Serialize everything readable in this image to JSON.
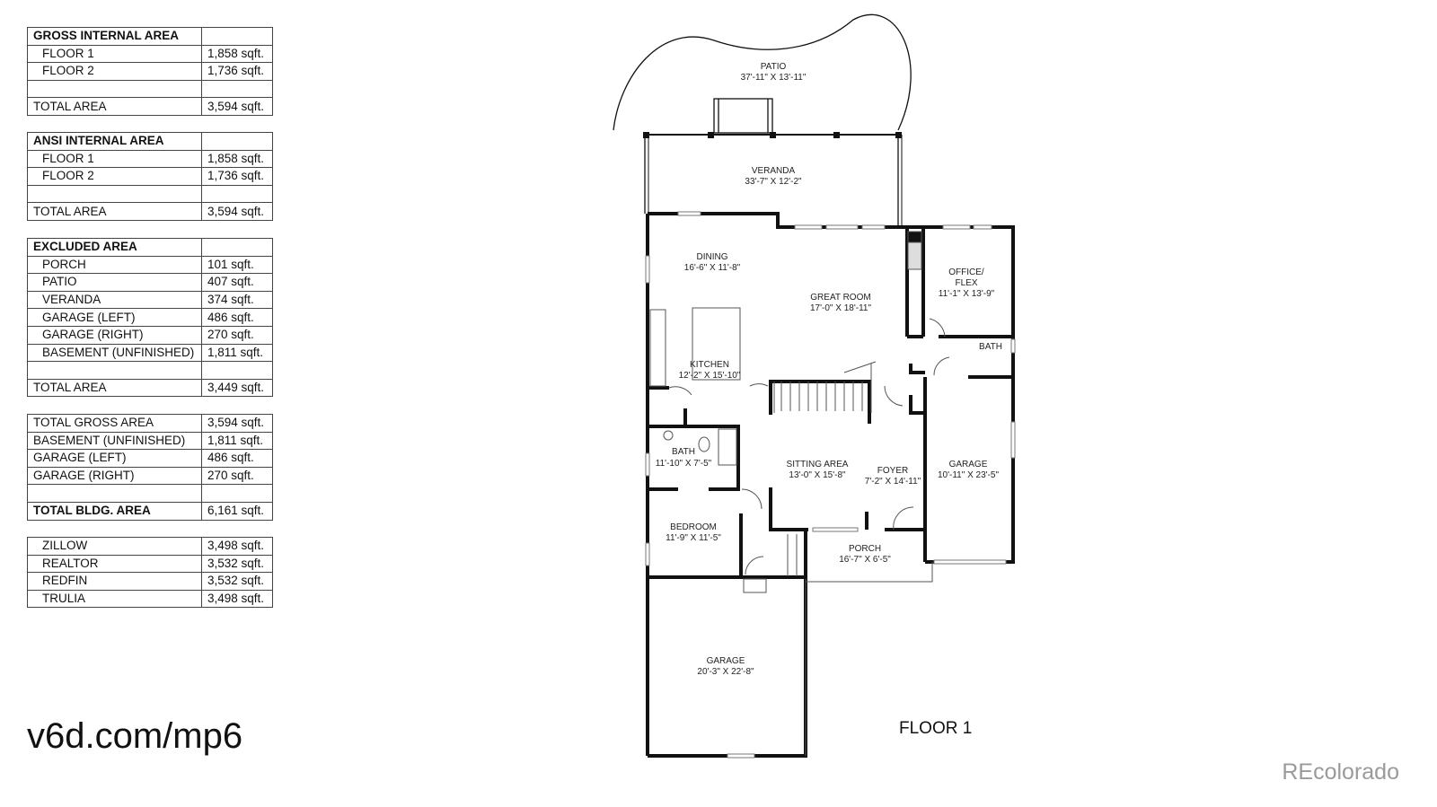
{
  "tables": [
    {
      "title": "GROSS INTERNAL AREA",
      "rows": [
        {
          "label": "FLOOR 1",
          "value": "1,858 sqft."
        },
        {
          "label": "FLOOR 2",
          "value": "1,736 sqft."
        }
      ],
      "total_label": "TOTAL AREA",
      "total_value": "3,594 sqft."
    },
    {
      "title": "ANSI INTERNAL AREA",
      "rows": [
        {
          "label": "FLOOR 1",
          "value": "1,858 sqft."
        },
        {
          "label": "FLOOR 2",
          "value": "1,736 sqft."
        }
      ],
      "total_label": "TOTAL AREA",
      "total_value": "3,594 sqft."
    },
    {
      "title": "EXCLUDED AREA",
      "rows": [
        {
          "label": "PORCH",
          "value": "101 sqft."
        },
        {
          "label": "PATIO",
          "value": "407 sqft."
        },
        {
          "label": "VERANDA",
          "value": "374 sqft."
        },
        {
          "label": "GARAGE (LEFT)",
          "value": "486 sqft."
        },
        {
          "label": "GARAGE (RIGHT)",
          "value": "270 sqft."
        },
        {
          "label": "BASEMENT (UNFINISHED)",
          "value": "1,811 sqft."
        }
      ],
      "total_label": "TOTAL AREA",
      "total_value": "3,449 sqft."
    },
    {
      "rows": [
        {
          "label": "TOTAL GROSS AREA",
          "value": "3,594 sqft."
        },
        {
          "label": "BASEMENT (UNFINISHED)",
          "value": "1,811 sqft."
        },
        {
          "label": "GARAGE (LEFT)",
          "value": "486 sqft."
        },
        {
          "label": "GARAGE (RIGHT)",
          "value": "270 sqft."
        }
      ],
      "total_label": "TOTAL BLDG. AREA",
      "total_value": "6,161 sqft."
    },
    {
      "rows": [
        {
          "label": "ZILLOW",
          "value": "3,498 sqft."
        },
        {
          "label": "REALTOR",
          "value": "3,532 sqft."
        },
        {
          "label": "REDFIN",
          "value": "3,532 sqft."
        },
        {
          "label": "TRULIA",
          "value": "3,498 sqft."
        }
      ]
    }
  ],
  "rooms": [
    {
      "name": "PATIO",
      "size": "37'-11\" X 13'-11\""
    },
    {
      "name": "VERANDA",
      "size": "33'-7\" X 12'-2\""
    },
    {
      "name": "DINING",
      "size": "16'-6\" X 11'-8\""
    },
    {
      "name": "GREAT ROOM",
      "size": "17'-0\" X 18'-11\""
    },
    {
      "name": "OFFICE/",
      "name2": "FLEX",
      "size": "11'-1\" X 13'-9\""
    },
    {
      "name": "BATH"
    },
    {
      "name": "KITCHEN",
      "size": "12'-2\" X 15'-10\""
    },
    {
      "name": "BATH",
      "size": "11'-10\" X 7'-5\""
    },
    {
      "name": "SITTING AREA",
      "size": "13'-0\" X 15'-8\""
    },
    {
      "name": "FOYER",
      "size": "7'-2\" X 14'-11\""
    },
    {
      "name": "GARAGE",
      "size": "10'-11\" X 23'-5\""
    },
    {
      "name": "BEDROOM",
      "size": "11'-9\" X 11'-5\""
    },
    {
      "name": "PORCH",
      "size": "16'-7\" X 6'-5\""
    },
    {
      "name": "GARAGE",
      "size": "20'-3\" X 22'-8\""
    }
  ],
  "floor_label": "FLOOR 1",
  "url": "v6d.com/mp6",
  "brand": "REcolorado"
}
